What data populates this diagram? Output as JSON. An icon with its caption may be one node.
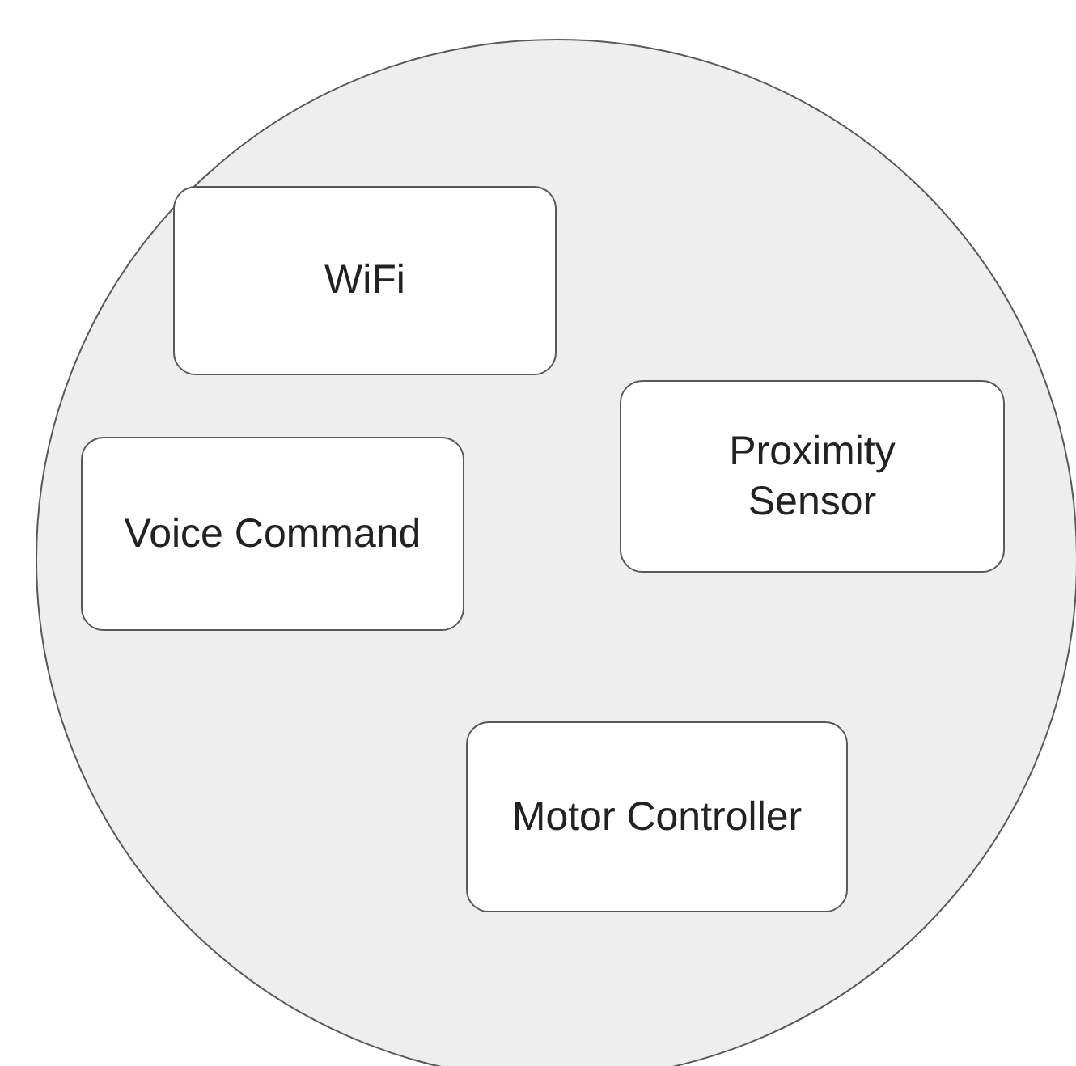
{
  "diagram": {
    "nodes": [
      {
        "text": [],
        "shape": "circle"
      },
      {
        "text": [
          "WiFi"
        ],
        "in": 0
      },
      {
        "text": [
          "Voice Command"
        ],
        "in": 0
      },
      {
        "text": [
          "Proximity Sensor"
        ],
        "in": 0
      },
      {
        "text": [
          "Motor Controller"
        ],
        "in": 0
      }
    ]
  }
}
